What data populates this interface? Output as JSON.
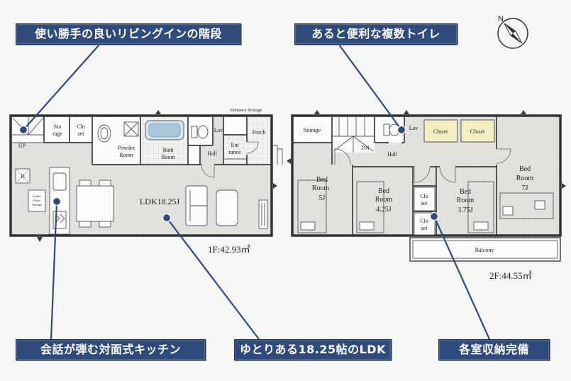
{
  "colors": {
    "callout_bg": "#2f4b7c",
    "callout_text": "#ffffff",
    "leader_line": "#2f4b7c",
    "closet_fill": "#f3efc3"
  },
  "callouts": {
    "stairs": "使い勝手の良いリビングインの階段",
    "toilets": "あると便利な複数トイレ",
    "kitchen": "会話が弾む対面式キッチン",
    "ldk": "ゆとりある18.25帖のLDK",
    "storage": "各室収納完備"
  },
  "compass": {
    "north_label": "N"
  },
  "floor_1": {
    "area": "1F:42.93㎡",
    "stairs_label": "UP",
    "storage": [
      "Sto",
      "rage"
    ],
    "closet": [
      "Clo",
      "set"
    ],
    "powder_room": [
      "Powder",
      "Room"
    ],
    "bath_room": [
      "Bath",
      "Room"
    ],
    "toilet": "Lav",
    "hall": "Hall",
    "entrance": [
      "Ent",
      "rance"
    ],
    "porch": "Porch",
    "entrance_storage": "Entrance Storage",
    "refrigerator": "R",
    "underfloor_storage": [
      "Under",
      "Floor",
      "Storage"
    ],
    "ldk": "LDK18.25J"
  },
  "floor_2": {
    "area": "2F:44.55㎡",
    "stairs_label": "DN",
    "storage": "Storage",
    "toilet": "Lav",
    "closets": [
      "Closet",
      "Closet"
    ],
    "hall": "Hall",
    "bedroom_5j": [
      "Bed",
      "Room",
      "5J"
    ],
    "bedroom_425j": [
      "Bed",
      "Room",
      "4.25J"
    ],
    "bedroom_375j": [
      "Bed",
      "Room",
      "3.75J"
    ],
    "bedroom_7j": [
      "Bed",
      "Room",
      "7J"
    ],
    "bedroom_closets": [
      [
        "Clo",
        "set"
      ],
      [
        "Clo",
        "set"
      ]
    ],
    "balcony": "Balcony"
  }
}
